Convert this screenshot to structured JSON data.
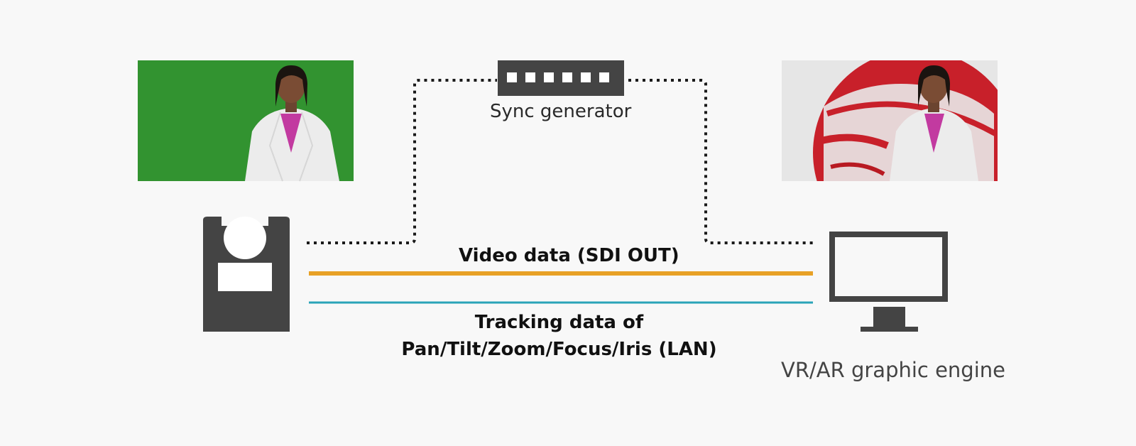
{
  "labels": {
    "sync_generator": "Sync generator",
    "video_data": "Video data (SDI OUT)",
    "tracking_data": "Tracking data of Pan/Tilt/Zoom/Focus/Iris (LAN)",
    "engine": "VR/AR graphic engine"
  },
  "colors": {
    "video_line": "#e8a126",
    "tracking_line": "#2aa4b8",
    "device": "#444444",
    "green_screen": "#2f8f2f",
    "globe_red": "#c8202a"
  },
  "icons": [
    "camera-icon",
    "sync-generator-icon",
    "monitor-icon"
  ]
}
